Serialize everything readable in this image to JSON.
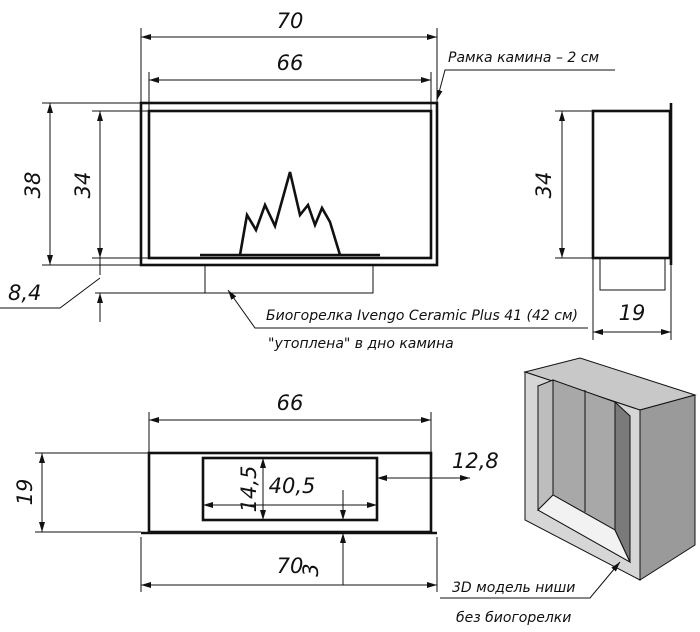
{
  "front_view": {
    "dim_outer_width": "70",
    "dim_inner_width": "66",
    "dim_outer_height": "38",
    "dim_inner_height": "34",
    "dim_burner_depth": "8,4",
    "frame_note": "Рамка камина – 2 см",
    "burner_note_line1": "Биогорелка Ivengo Ceramic Plus 41 (42 см)",
    "burner_note_line2": "\"утоплена\" в дно камина"
  },
  "side_view": {
    "dim_height": "34",
    "dim_depth": "19"
  },
  "top_view": {
    "dim_inner_width": "66",
    "dim_depth": "19",
    "dim_offset_side": "12,8",
    "dim_opening_height": "14,5",
    "dim_opening_width": "40,5",
    "dim_outer_width": "70",
    "dim_frame": "3"
  },
  "model_3d": {
    "note_line1": "3D модель ниши",
    "note_line2": "без биогорелки"
  },
  "colors": {
    "line": "#111111",
    "gray_light": "#c8c8c8",
    "gray_dark": "#8a8a8a"
  }
}
